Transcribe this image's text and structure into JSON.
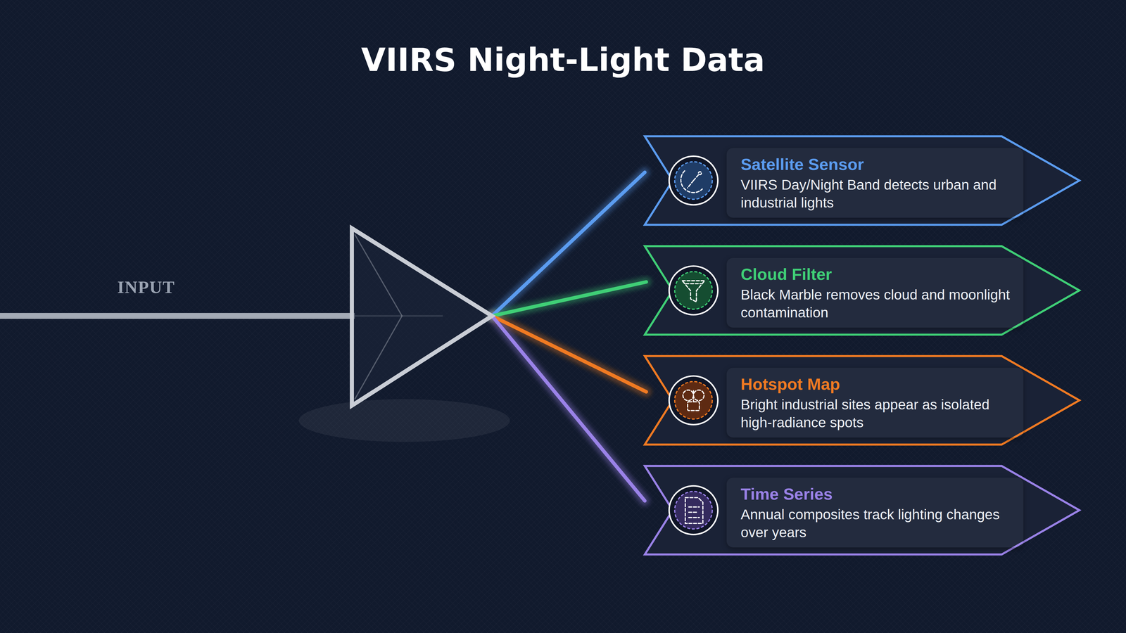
{
  "diagram": {
    "title": "VIIRS Night-Light Data",
    "nodes": [
      {
        "text": [
          "Satellite Sensor",
          "VIIRS Day/Night Band detects urban and industrial lights"
        ]
      },
      {
        "text": [
          "Cloud Filter",
          "Black Marble removes cloud and moonlight contamination"
        ]
      },
      {
        "text": [
          "Hotspot Map",
          "Bright industrial sites appear as isolated high-radiance spots"
        ]
      },
      {
        "text": [
          "Time Series",
          "Annual composites track lighting changes over years"
        ]
      }
    ],
    "labels": [
      "INPUT"
    ]
  }
}
